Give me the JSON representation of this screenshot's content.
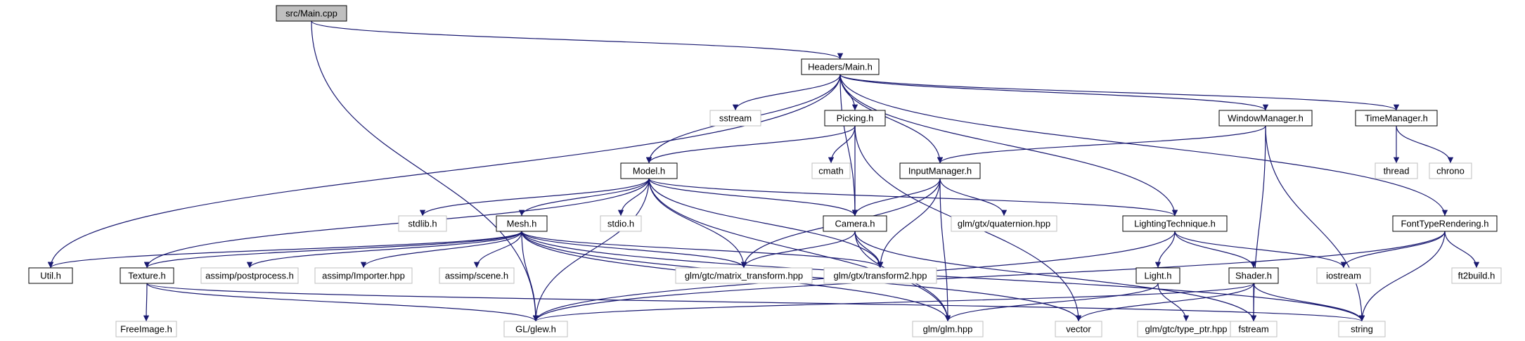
{
  "graph": {
    "nodes": [
      {
        "id": "main_cpp",
        "label": "src/Main.cpp",
        "kind": "root"
      },
      {
        "id": "main_h",
        "label": "Headers/Main.h",
        "kind": "internal"
      },
      {
        "id": "util_h",
        "label": "Util.h",
        "kind": "internal"
      },
      {
        "id": "model_h",
        "label": "Model.h",
        "kind": "internal"
      },
      {
        "id": "sstream",
        "label": "sstream",
        "kind": "external"
      },
      {
        "id": "picking_h",
        "label": "Picking.h",
        "kind": "internal"
      },
      {
        "id": "camera_h",
        "label": "Camera.h",
        "kind": "internal"
      },
      {
        "id": "inputmanager_h",
        "label": "InputManager.h",
        "kind": "internal"
      },
      {
        "id": "windowmanager_h",
        "label": "WindowManager.h",
        "kind": "internal"
      },
      {
        "id": "timemanager_h",
        "label": "TimeManager.h",
        "kind": "internal"
      },
      {
        "id": "fonttyperendering_h",
        "label": "FontTypeRendering.h",
        "kind": "internal"
      },
      {
        "id": "lightingtechnique_h",
        "label": "LightingTechnique.h",
        "kind": "internal"
      },
      {
        "id": "glew_h",
        "label": "GL/glew.h",
        "kind": "external"
      },
      {
        "id": "cmath",
        "label": "cmath",
        "kind": "external"
      },
      {
        "id": "thread",
        "label": "thread",
        "kind": "external"
      },
      {
        "id": "chrono",
        "label": "chrono",
        "kind": "external"
      },
      {
        "id": "stdlib_h",
        "label": "stdlib.h",
        "kind": "external"
      },
      {
        "id": "mesh_h",
        "label": "Mesh.h",
        "kind": "internal"
      },
      {
        "id": "stdio_h",
        "label": "stdio.h",
        "kind": "external"
      },
      {
        "id": "glm_quaternion",
        "label": "glm/gtx/quaternion.hpp",
        "kind": "external"
      },
      {
        "id": "texture_h",
        "label": "Texture.h",
        "kind": "internal"
      },
      {
        "id": "assimp_postprocess",
        "label": "assimp/postprocess.h",
        "kind": "external"
      },
      {
        "id": "assimp_importer",
        "label": "assimp/Importer.hpp",
        "kind": "external"
      },
      {
        "id": "assimp_scene",
        "label": "assimp/scene.h",
        "kind": "external"
      },
      {
        "id": "glm_matrix_transform",
        "label": "glm/gtc/matrix_transform.hpp",
        "kind": "external"
      },
      {
        "id": "glm_transform2",
        "label": "glm/gtx/transform2.hpp",
        "kind": "external"
      },
      {
        "id": "light_h",
        "label": "Light.h",
        "kind": "internal"
      },
      {
        "id": "shader_h",
        "label": "Shader.h",
        "kind": "internal"
      },
      {
        "id": "iostream",
        "label": "iostream",
        "kind": "external"
      },
      {
        "id": "ft2build_h",
        "label": "ft2build.h",
        "kind": "external"
      },
      {
        "id": "freeimage_h",
        "label": "FreeImage.h",
        "kind": "external"
      },
      {
        "id": "glm_hpp",
        "label": "glm/glm.hpp",
        "kind": "external"
      },
      {
        "id": "vector",
        "label": "vector",
        "kind": "external"
      },
      {
        "id": "glm_type_ptr",
        "label": "glm/gtc/type_ptr.hpp",
        "kind": "external"
      },
      {
        "id": "fstream",
        "label": "fstream",
        "kind": "external"
      },
      {
        "id": "string",
        "label": "string",
        "kind": "external"
      }
    ],
    "edges": [
      [
        "main_cpp",
        "main_h"
      ],
      [
        "main_cpp",
        "glew_h"
      ],
      [
        "main_h",
        "util_h"
      ],
      [
        "main_h",
        "model_h"
      ],
      [
        "main_h",
        "sstream"
      ],
      [
        "main_h",
        "picking_h"
      ],
      [
        "main_h",
        "camera_h"
      ],
      [
        "main_h",
        "inputmanager_h"
      ],
      [
        "main_h",
        "windowmanager_h"
      ],
      [
        "main_h",
        "timemanager_h"
      ],
      [
        "main_h",
        "fonttyperendering_h"
      ],
      [
        "main_h",
        "lightingtechnique_h"
      ],
      [
        "picking_h",
        "model_h"
      ],
      [
        "picking_h",
        "cmath"
      ],
      [
        "picking_h",
        "camera_h"
      ],
      [
        "picking_h",
        "vector"
      ],
      [
        "windowmanager_h",
        "inputmanager_h"
      ],
      [
        "windowmanager_h",
        "fstream"
      ],
      [
        "windowmanager_h",
        "string"
      ],
      [
        "timemanager_h",
        "thread"
      ],
      [
        "timemanager_h",
        "chrono"
      ],
      [
        "model_h",
        "stdlib_h"
      ],
      [
        "model_h",
        "mesh_h"
      ],
      [
        "model_h",
        "stdio_h"
      ],
      [
        "model_h",
        "camera_h"
      ],
      [
        "model_h",
        "lightingtechnique_h"
      ],
      [
        "model_h",
        "texture_h"
      ],
      [
        "model_h",
        "glm_matrix_transform"
      ],
      [
        "model_h",
        "glm_transform2"
      ],
      [
        "model_h",
        "glm_hpp"
      ],
      [
        "model_h",
        "glew_h"
      ],
      [
        "inputmanager_h",
        "camera_h"
      ],
      [
        "inputmanager_h",
        "glm_quaternion"
      ],
      [
        "inputmanager_h",
        "glm_matrix_transform"
      ],
      [
        "inputmanager_h",
        "glm_transform2"
      ],
      [
        "inputmanager_h",
        "glm_hpp"
      ],
      [
        "mesh_h",
        "util_h"
      ],
      [
        "mesh_h",
        "texture_h"
      ],
      [
        "mesh_h",
        "assimp_postprocess"
      ],
      [
        "mesh_h",
        "assimp_importer"
      ],
      [
        "mesh_h",
        "assimp_scene"
      ],
      [
        "mesh_h",
        "glm_matrix_transform"
      ],
      [
        "mesh_h",
        "glm_transform2"
      ],
      [
        "mesh_h",
        "glew_h"
      ],
      [
        "mesh_h",
        "glm_hpp"
      ],
      [
        "mesh_h",
        "vector"
      ],
      [
        "mesh_h",
        "string"
      ],
      [
        "camera_h",
        "glm_matrix_transform"
      ],
      [
        "camera_h",
        "glm_transform2"
      ],
      [
        "camera_h",
        "glm_hpp"
      ],
      [
        "camera_h",
        "fstream"
      ],
      [
        "lightingtechnique_h",
        "light_h"
      ],
      [
        "lightingtechnique_h",
        "shader_h"
      ],
      [
        "lightingtechnique_h",
        "iostream"
      ],
      [
        "lightingtechnique_h",
        "glew_h"
      ],
      [
        "fonttyperendering_h",
        "iostream"
      ],
      [
        "fonttyperendering_h",
        "ft2build_h"
      ],
      [
        "fonttyperendering_h",
        "string"
      ],
      [
        "fonttyperendering_h",
        "glew_h"
      ],
      [
        "texture_h",
        "freeimage_h"
      ],
      [
        "texture_h",
        "glew_h"
      ],
      [
        "texture_h",
        "string"
      ],
      [
        "light_h",
        "glm_hpp"
      ],
      [
        "light_h",
        "glm_type_ptr"
      ],
      [
        "shader_h",
        "glew_h"
      ],
      [
        "shader_h",
        "vector"
      ],
      [
        "shader_h",
        "fstream"
      ],
      [
        "shader_h",
        "string"
      ]
    ]
  }
}
